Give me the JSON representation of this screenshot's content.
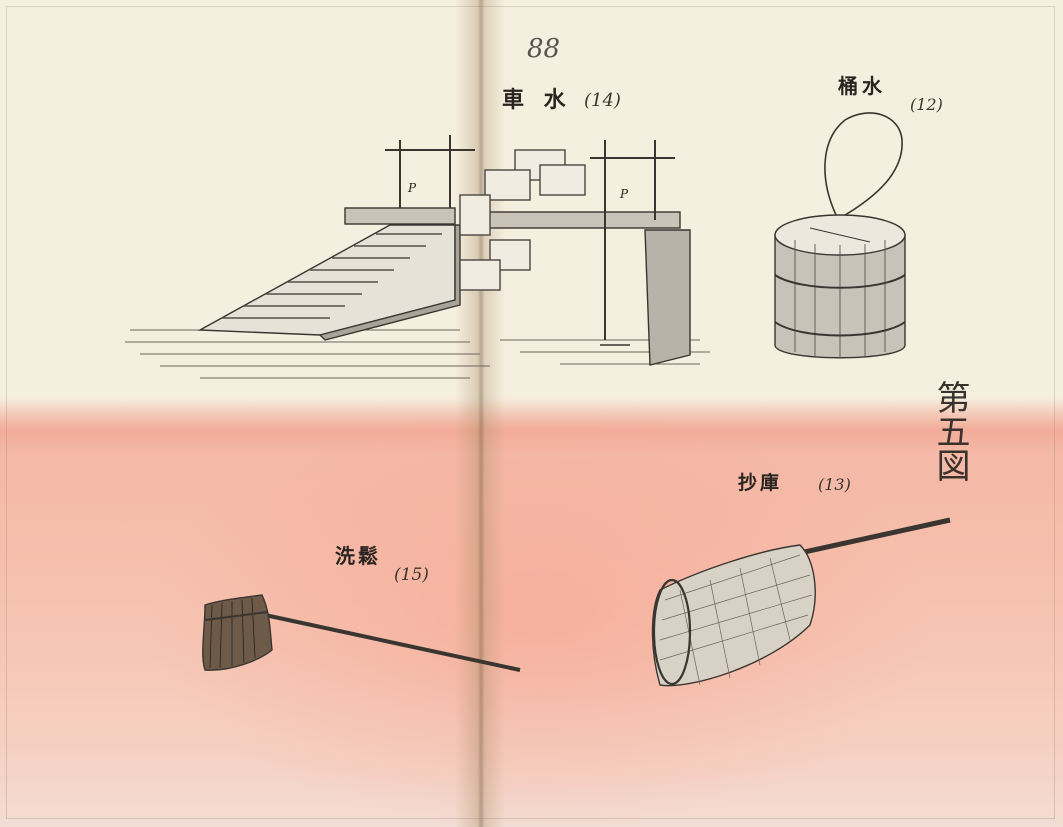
{
  "folio": "88",
  "plate": {
    "title": "第五図"
  },
  "figures": [
    {
      "id": "water-wheel",
      "title": "車 水",
      "number": "(14)"
    },
    {
      "id": "water-bucket",
      "title": "桶水",
      "number": "(12)"
    },
    {
      "id": "scoop-net",
      "title": "抄庫",
      "number": "(13)"
    },
    {
      "id": "cleaning-brush",
      "title": "洗鬆",
      "number": "(15)"
    }
  ],
  "annotations": {
    "pump_mark": "P"
  },
  "colors": {
    "paper": "#f5efdf",
    "stain": "#f3b9a6",
    "ink": "#2a2420"
  }
}
